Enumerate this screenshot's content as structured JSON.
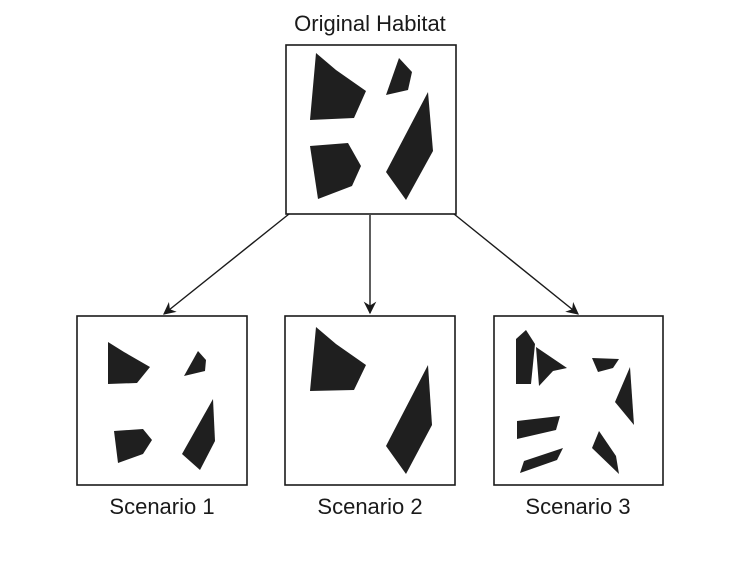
{
  "diagram": {
    "title": "Original Habitat",
    "scenarios": [
      {
        "label": "Scenario 1"
      },
      {
        "label": "Scenario 2"
      },
      {
        "label": "Scenario 3"
      }
    ],
    "colors": {
      "patch": "#1f1f1f",
      "stroke": "#1a1a1a",
      "background": "#ffffff"
    }
  }
}
